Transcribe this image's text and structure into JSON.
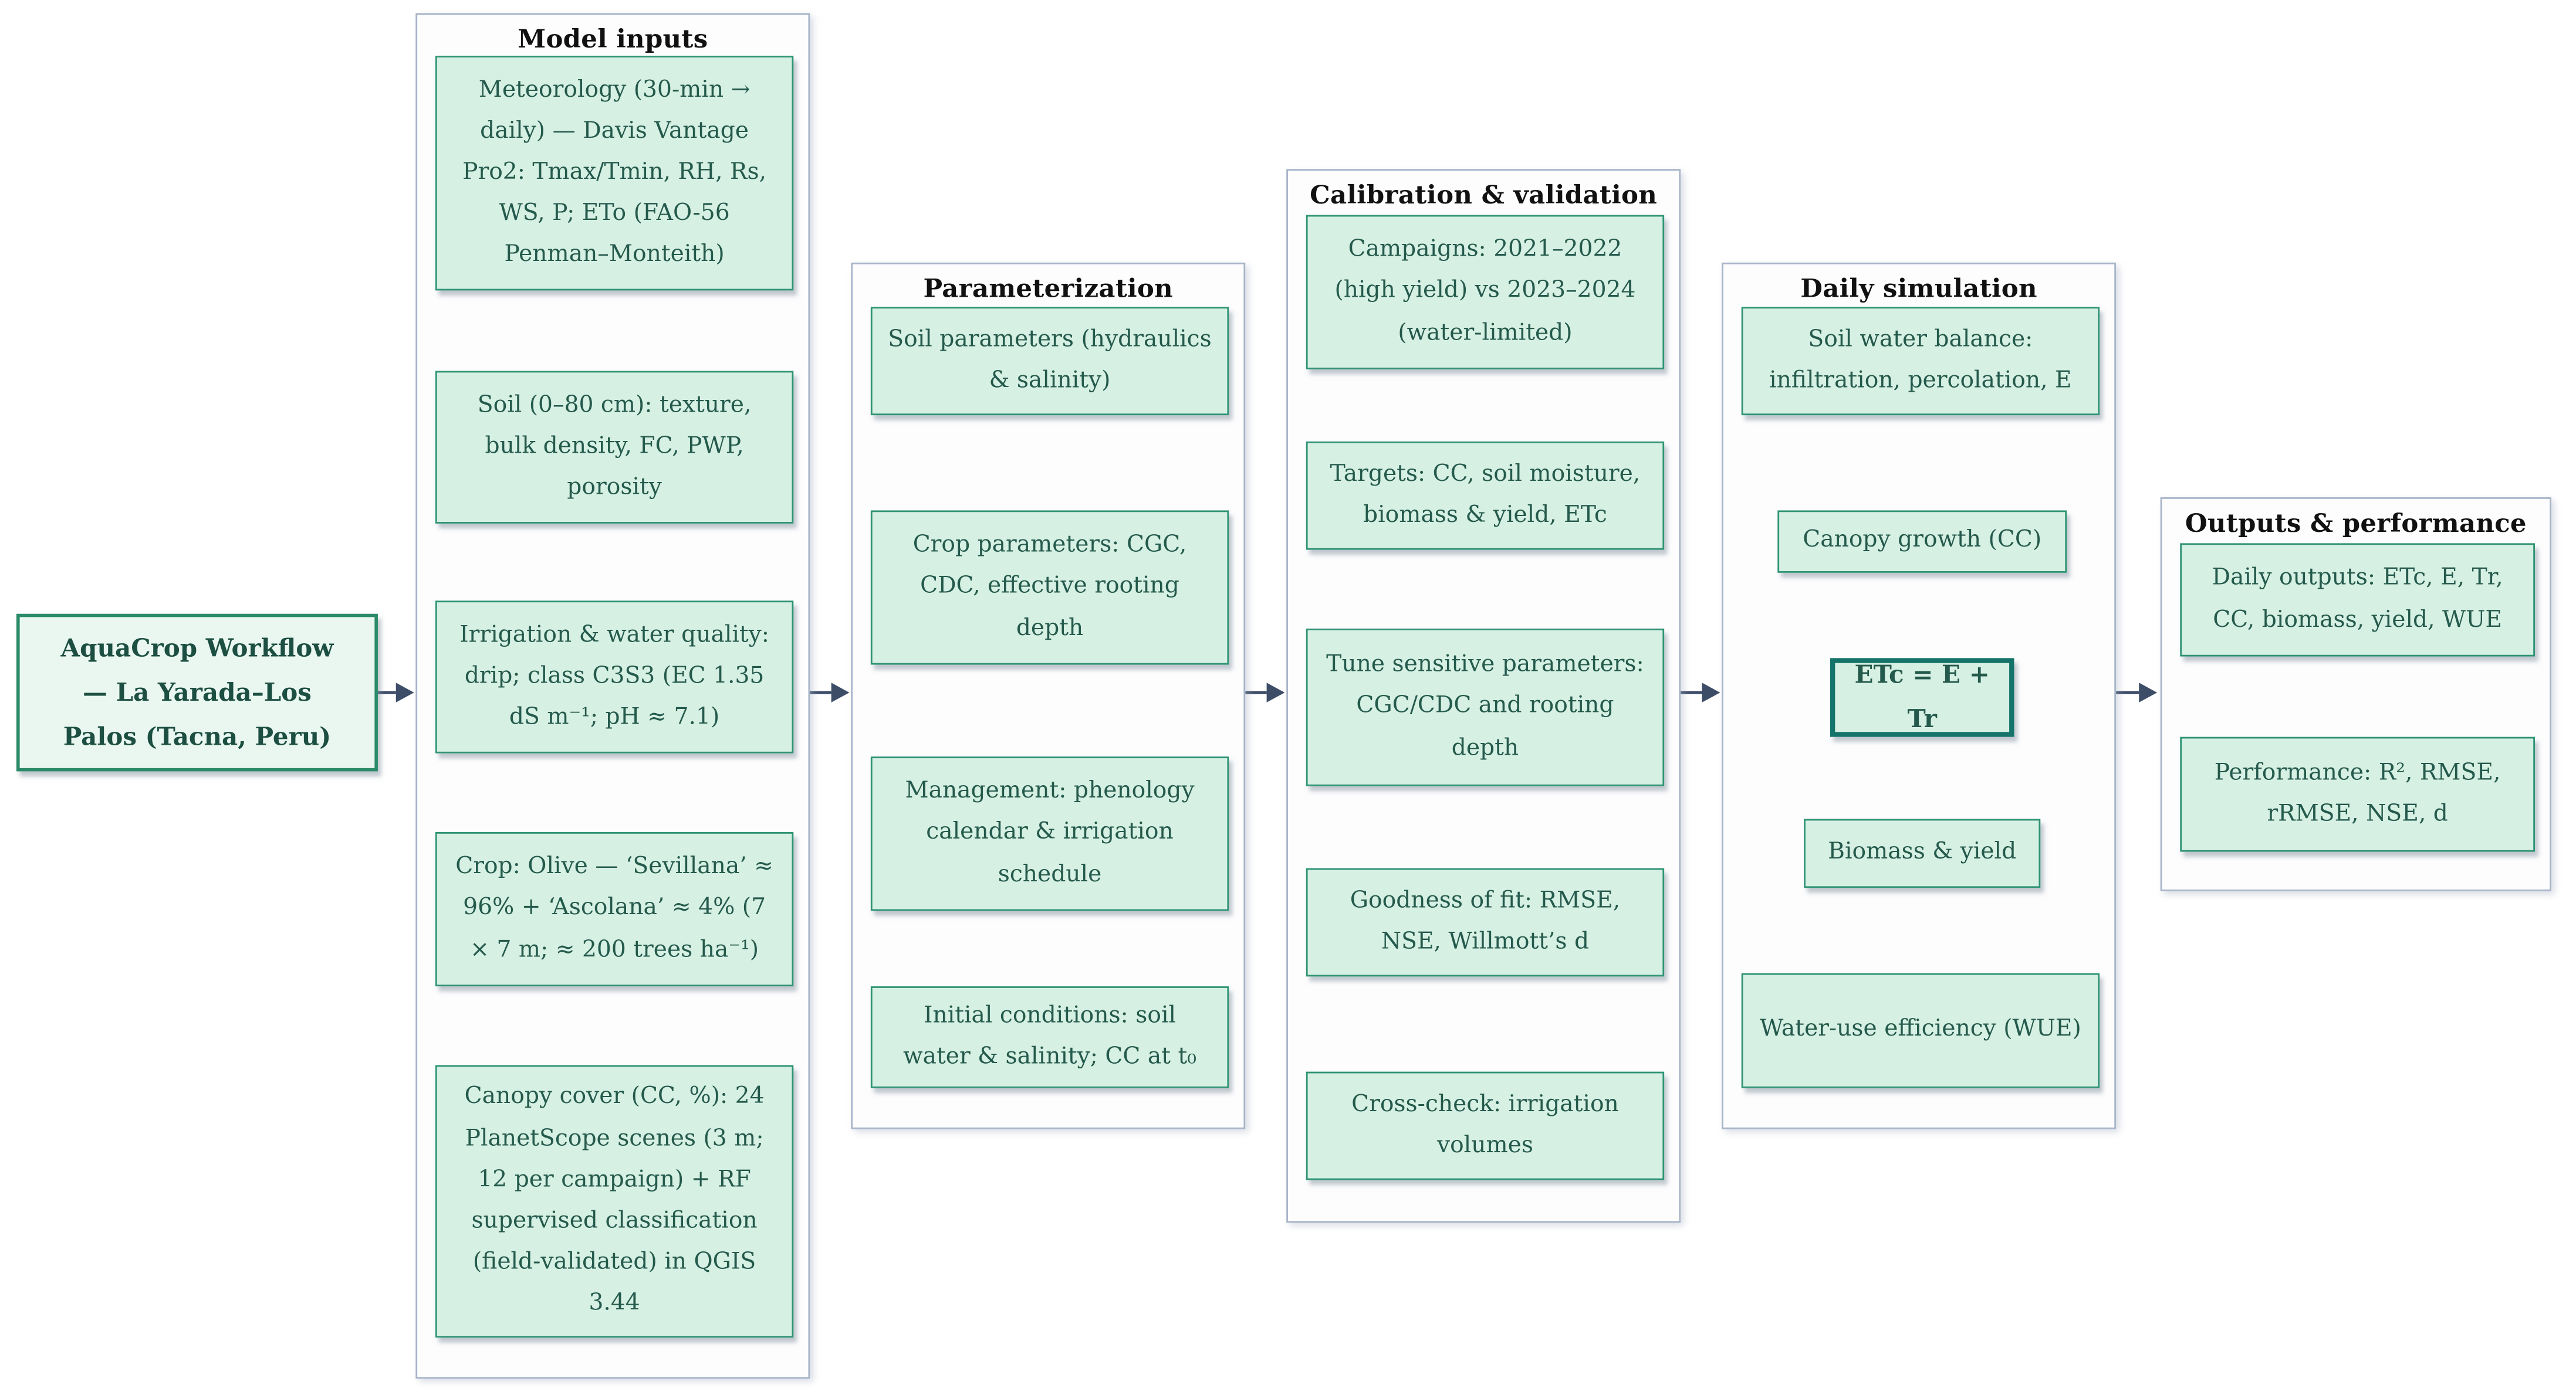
{
  "root": {
    "text": "AquaCrop Workflow — La Yarada–Los Palos (Tacna, Peru)"
  },
  "columns": [
    {
      "title": "Model inputs",
      "boxes": [
        {
          "text": "Meteorology (30-min → daily) — Davis Vantage Pro2: Tmax/Tmin, RH, Rs, WS, P; ETo (FAO-56 Penman–Monteith)"
        },
        {
          "text": "Soil (0–80 cm): texture, bulk density, FC, PWP, porosity"
        },
        {
          "text": "Irrigation & water quality: drip; class C3S3 (EC 1.35 dS m⁻¹; pH ≈ 7.1)"
        },
        {
          "text": "Crop: Olive — ‘Sevillana’ ≈ 96% + ‘Ascolana’ ≈ 4% (7 × 7 m; ≈ 200 trees ha⁻¹)"
        },
        {
          "text": "Canopy cover (CC, %): 24 PlanetScope scenes (3 m; 12 per campaign) + RF supervised classification (field-validated) in QGIS 3.44"
        }
      ]
    },
    {
      "title": "Parameterization",
      "boxes": [
        {
          "text": "Soil parameters (hydraulics & salinity)"
        },
        {
          "text": "Crop parameters: CGC, CDC, effective rooting depth"
        },
        {
          "text": "Management: phenology calendar & irrigation schedule"
        },
        {
          "text": "Initial conditions: soil water & salinity; CC at t₀"
        }
      ]
    },
    {
      "title": "Calibration & validation",
      "boxes": [
        {
          "text": "Campaigns: 2021–2022 (high yield) vs 2023–2024 (water-limited)"
        },
        {
          "text": "Targets: CC, soil moisture, biomass & yield, ETc"
        },
        {
          "text": "Tune sensitive parameters: CGC/CDC and rooting depth"
        },
        {
          "text": "Goodness of fit: RMSE, NSE, Willmott’s d"
        },
        {
          "text": "Cross-check: irrigation volumes"
        }
      ]
    },
    {
      "title": "Daily simulation",
      "boxes": [
        {
          "text": "Soil water balance: infiltration, percolation, E"
        },
        {
          "text": "Canopy growth (CC)"
        },
        {
          "text": "ETc = E + Tr"
        },
        {
          "text": "Biomass & yield"
        },
        {
          "text": "Water-use efficiency (WUE)"
        }
      ]
    },
    {
      "title": "Outputs & performance",
      "boxes": [
        {
          "text": "Daily outputs: ETc, E, Tr, CC, biomass, yield, WUE"
        },
        {
          "text": "Performance: R², RMSE, rRMSE, NSE, d"
        }
      ]
    }
  ],
  "colors": {
    "node_fill": "#d7f0e4",
    "node_border": "#2f9474",
    "node_text": "#245a4c",
    "root_fill": "#eaf7f1",
    "root_border": "#2b8a68",
    "formula_border": "#15746a",
    "arrow": "#3d4d68",
    "group_border": "#a8b5c9",
    "title_text": "#111111"
  }
}
